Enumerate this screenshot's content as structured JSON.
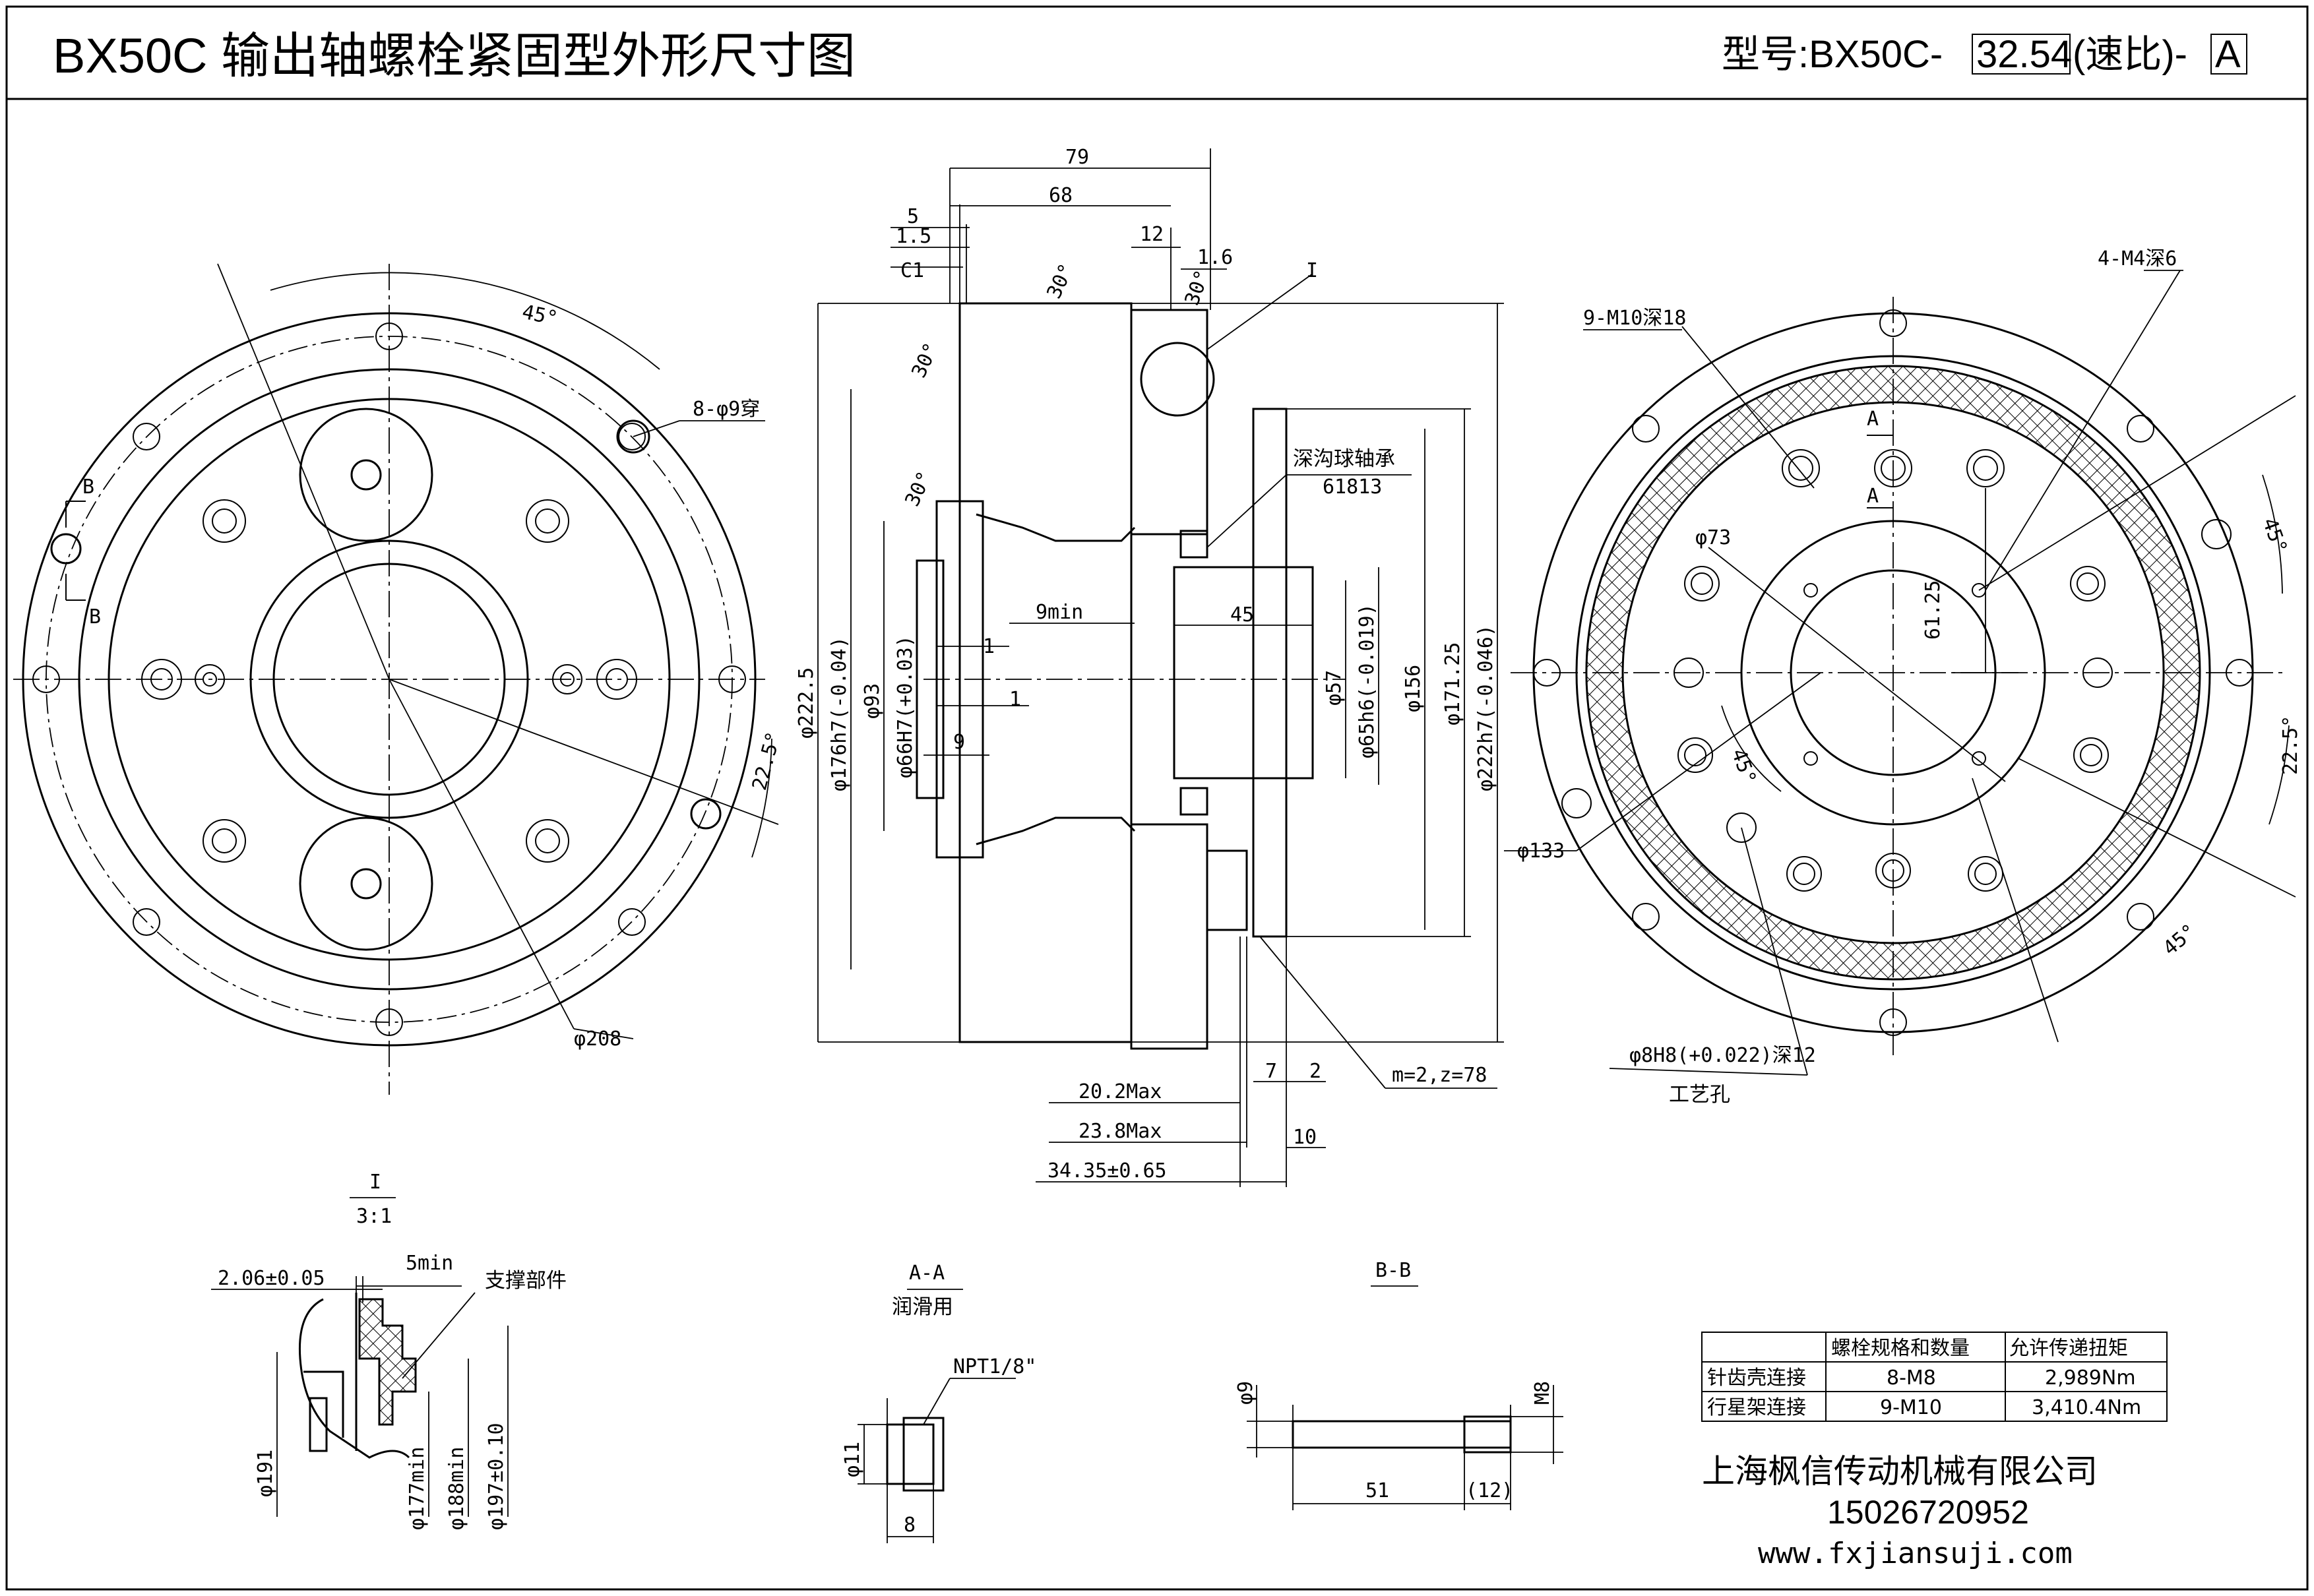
{
  "title": "BX50C  输出轴螺栓紧固型外形尺寸图",
  "model": {
    "prefix": "型号:BX50C-",
    "ratio": "32.54",
    "ratio_note": "(速比)-",
    "variant": "A"
  },
  "front_view": {
    "angle_top": "45°",
    "angle_side": "22.5°",
    "holes": "8-φ9穿",
    "pcd": "φ208",
    "section_marker": "B"
  },
  "side_view": {
    "dims_top": [
      "79",
      "68",
      "5",
      "1.5",
      "C1",
      "12",
      "1.6"
    ],
    "angles": [
      "30°",
      "30°",
      "30°",
      "30°"
    ],
    "detail_marker": "I",
    "bearing_label": "深沟球轴承",
    "bearing_model": "61813",
    "inner_dims": [
      "9min",
      "45",
      "1",
      "1",
      "9"
    ],
    "vertical_dims_left": [
      "φ222.5",
      "φ176h7(-0.04)",
      "φ93",
      "φ66H7(+0.03)"
    ],
    "vertical_dims_right": [
      "φ57",
      "φ65h6(-0.019)",
      "φ156",
      "φ171.25",
      "φ222h7(-0.046)"
    ],
    "bottom_dims": [
      "20.2Max",
      "23.8Max",
      "34.35±0.65",
      "7",
      "2",
      "10"
    ],
    "gear_spec": "m=2,z=78"
  },
  "rear_view": {
    "tapped_holes": "4-M4深6",
    "bolt_holes": "9-M10深18",
    "section_marker": "A",
    "dia_73": "φ73",
    "dia_133": "φ133",
    "dim_6125": "61.25",
    "angle_45a": "45°",
    "angle_45b": "45°",
    "angle_45c": "45°",
    "angle_225": "22.5°",
    "process_hole": "φ8H8(+0.022)深12",
    "process_label": "工艺孔"
  },
  "detail_I": {
    "title": "I",
    "scale": "3:1",
    "dim_206": "2.06±0.05",
    "dim_5min": "5min",
    "support": "支撑部件",
    "dia_191": "φ191",
    "dia_177": "φ177min",
    "dia_188": "φ188min",
    "dia_197": "φ197±0.10"
  },
  "section_AA": {
    "title": "A-A",
    "subtitle": "润滑用",
    "thread": "NPT1/8\"",
    "dia": "φ11",
    "length": "8"
  },
  "section_BB": {
    "title": "B-B",
    "dia": "φ9",
    "thread": "M8",
    "length": "51",
    "thread_len": "(12)"
  },
  "table": {
    "headers": [
      "",
      "螺栓规格和数量",
      "允许传递扭矩"
    ],
    "rows": [
      [
        "针齿壳连接",
        "8-M8",
        "2,989Nm"
      ],
      [
        "行星架连接",
        "9-M10",
        "3,410.4Nm"
      ]
    ]
  },
  "company": {
    "name": "上海枫信传动机械有限公司",
    "phone": "15026720952",
    "website": "www.fxjiansuji.com"
  }
}
